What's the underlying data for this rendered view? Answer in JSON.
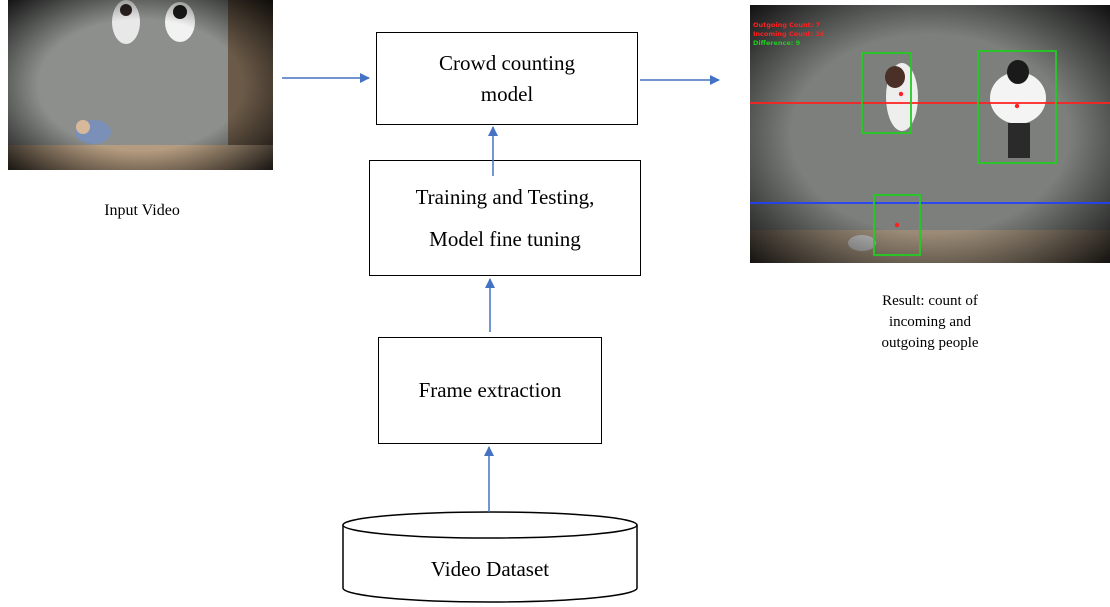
{
  "nodes": {
    "crowd_model": [
      "Crowd counting",
      "model"
    ],
    "training": [
      "Training and Testing,",
      "Model fine tuning"
    ],
    "frame_extraction": "Frame extraction",
    "video_dataset": "Video Dataset"
  },
  "captions": {
    "input": "Input Video",
    "result": [
      "Result: count of",
      "incoming and",
      "outgoing people"
    ]
  },
  "result_overlay": {
    "lines": [
      "Outgoing Count: 7",
      "Incoming Count: 16",
      "Difference: 9"
    ]
  },
  "colors": {
    "arrow": "#4472c4",
    "box_border": "#000000",
    "detection_box": "#22cc22",
    "line_red": "#ff2020",
    "line_blue": "#2040ff"
  }
}
